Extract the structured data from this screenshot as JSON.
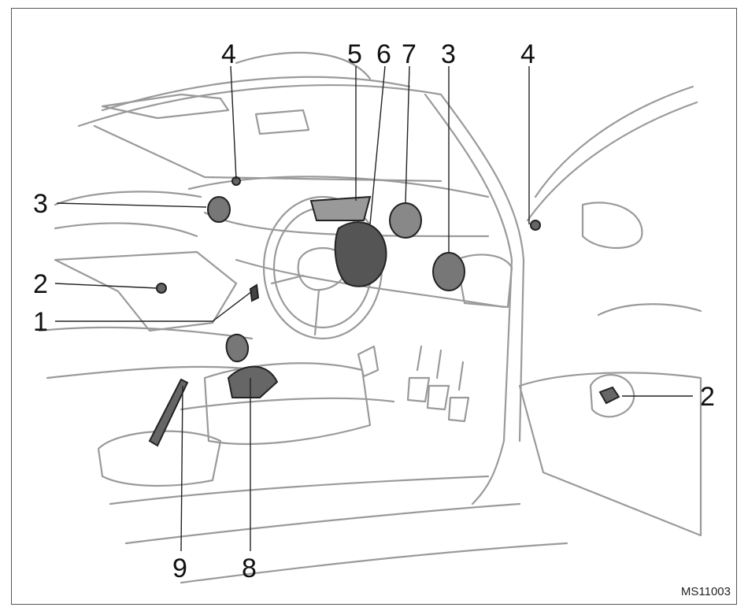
{
  "figure": {
    "code": "MS11003",
    "callouts": [
      {
        "id": "c4a",
        "text": "4"
      },
      {
        "id": "c5",
        "text": "5"
      },
      {
        "id": "c6",
        "text": "6"
      },
      {
        "id": "c7",
        "text": "7"
      },
      {
        "id": "c3b",
        "text": "3"
      },
      {
        "id": "c4b",
        "text": "4"
      },
      {
        "id": "c3a",
        "text": "3"
      },
      {
        "id": "c2a",
        "text": "2"
      },
      {
        "id": "c1",
        "text": "1"
      },
      {
        "id": "c2b",
        "text": "2"
      },
      {
        "id": "c9",
        "text": "9"
      },
      {
        "id": "c8",
        "text": "8"
      }
    ]
  }
}
